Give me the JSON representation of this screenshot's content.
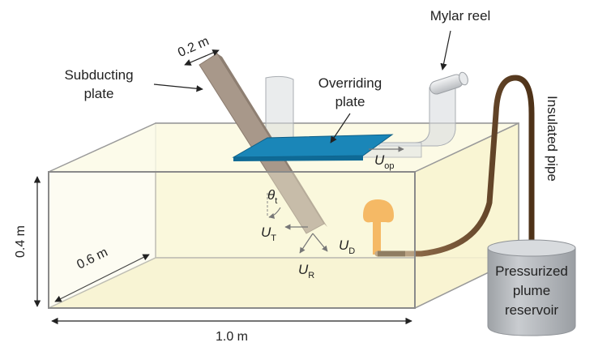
{
  "labels": {
    "mylar_reel": "Mylar reel",
    "subducting_plate": [
      "Subducting",
      "plate"
    ],
    "overriding_plate": [
      "Overriding",
      "plate"
    ],
    "insulated_pipe": "Insulated pipe",
    "reservoir": [
      "Pressurized",
      "plume",
      "reservoir"
    ]
  },
  "dimensions": {
    "plate_width": "0.2 m",
    "height": "0.4 m",
    "depth": "0.6 m",
    "length": "1.0 m"
  },
  "symbols": {
    "U_op": {
      "main": "U",
      "sub": "op"
    },
    "theta_t": {
      "main": "θ",
      "sub": "t"
    },
    "U_T": {
      "main": "U",
      "sub": "T"
    },
    "U_D": {
      "main": "U",
      "sub": "D"
    },
    "U_R": {
      "main": "U",
      "sub": "R"
    }
  },
  "colors": {
    "tank_fill": "#fbf8dc",
    "tank_edge": "#8a8a8a",
    "subducting_plate": "#a8988a",
    "overriding_plate": "#1a86b8",
    "mylar": "#c9ccd0",
    "pipe": "#5a3a1e",
    "plume": "#f2941c",
    "reservoir": "#b5b8bc"
  }
}
